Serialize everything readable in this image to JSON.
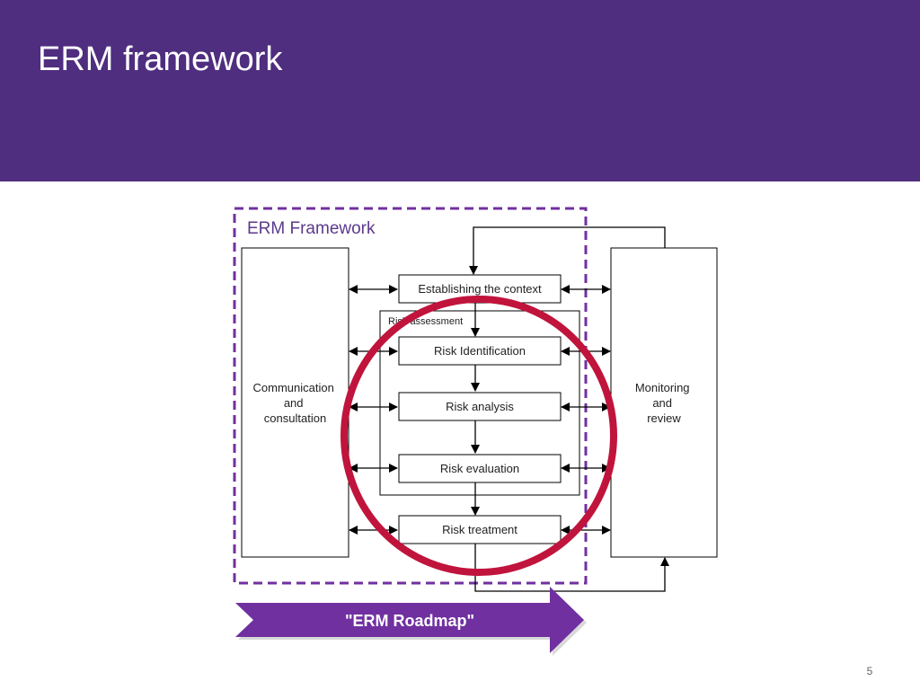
{
  "slide": {
    "title": "ERM framework",
    "page_number": "5"
  },
  "diagram": {
    "framework_label": "ERM Framework",
    "left_box": [
      "Communication",
      "and",
      "consultation"
    ],
    "right_box": [
      "Monitoring",
      "and",
      "review"
    ],
    "risk_assessment_label": "Risk assessment",
    "steps": {
      "context": "Establishing the context",
      "identification": "Risk Identification",
      "analysis": "Risk analysis",
      "evaluation": "Risk evaluation",
      "treatment": "Risk treatment"
    },
    "roadmap_label": "\"ERM Roadmap\""
  },
  "colors": {
    "header_bg": "#4f2d7f",
    "framework_dash": "#7030a0",
    "framework_text": "#5b3a8c",
    "highlight_circle": "#c0143c",
    "roadmap_arrow": "#7030a0"
  }
}
